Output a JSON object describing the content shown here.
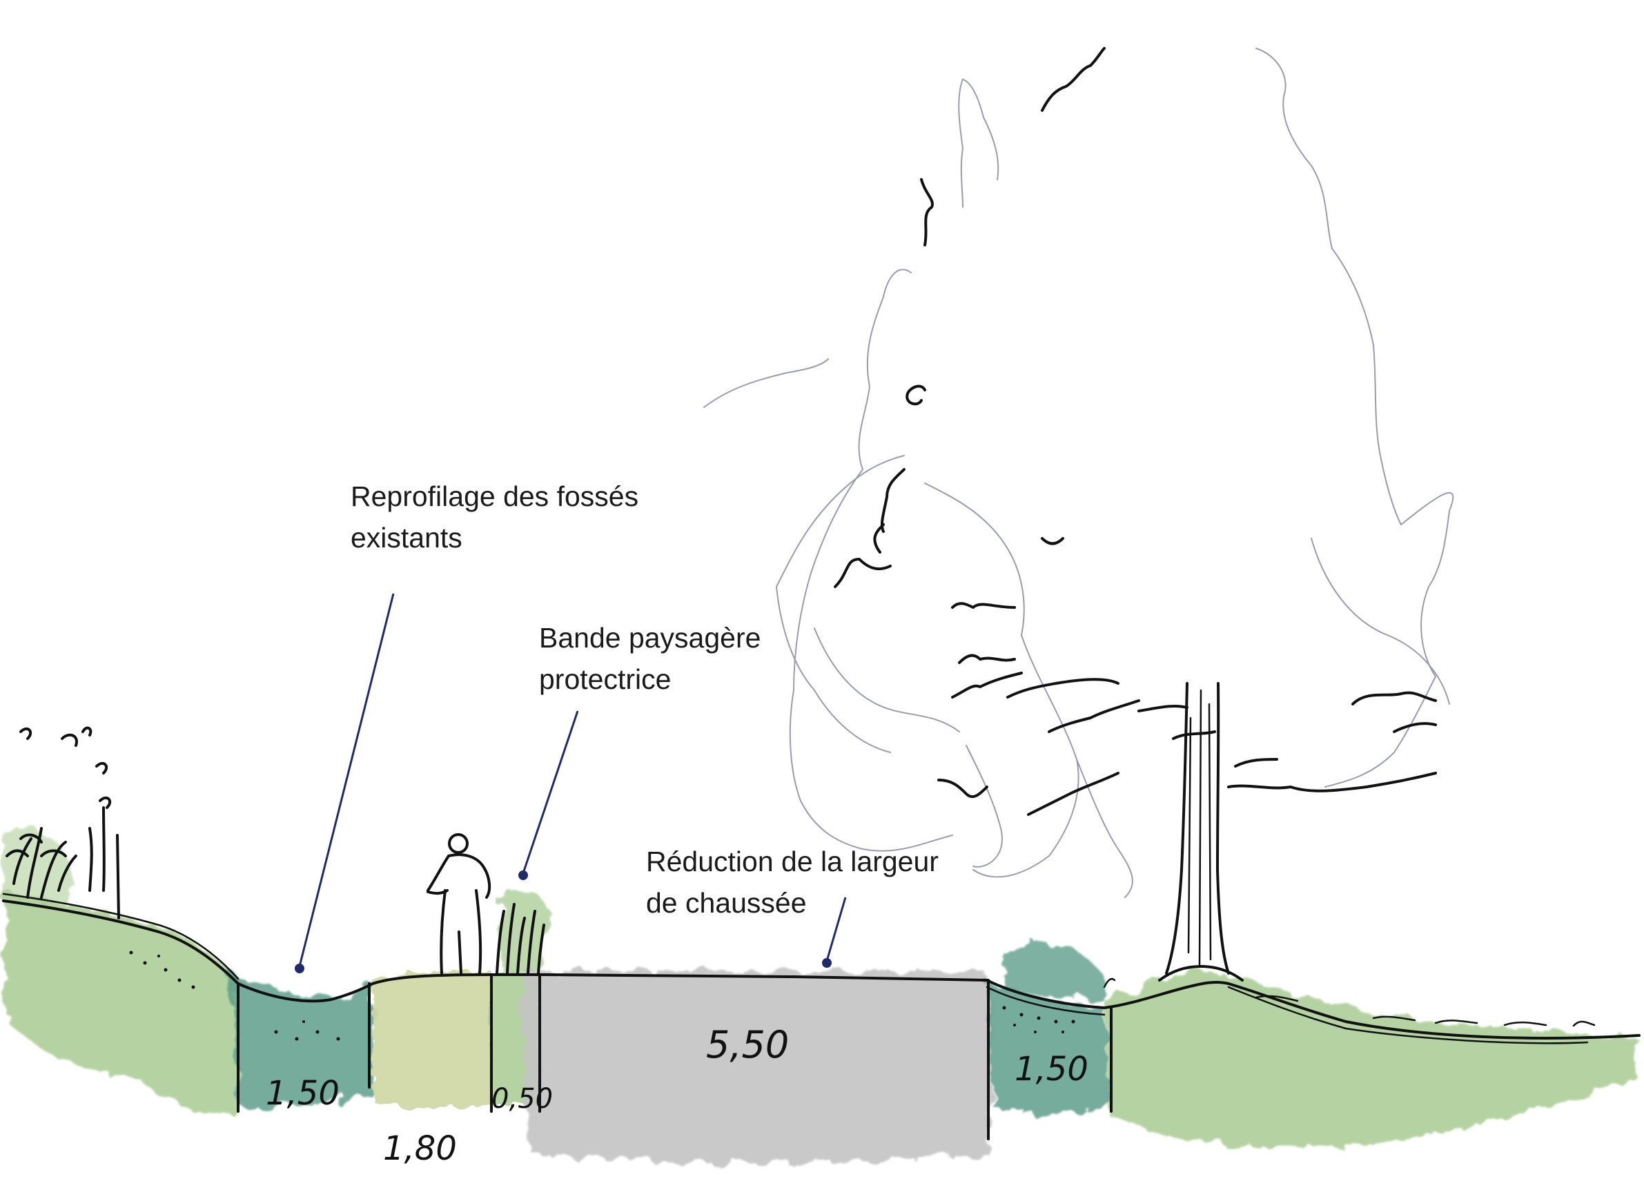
{
  "labels": {
    "fosses": {
      "line1": "Reprofilage des fossés",
      "line2": "existants"
    },
    "bande": {
      "line1": "Bande paysagère",
      "line2": "protectrice"
    },
    "reduction": {
      "line1": "Réduction de la largeur",
      "line2": "de chaussée"
    }
  },
  "dimensions": {
    "ditch_left": "1,50",
    "path": "1,80",
    "strip": "0,50",
    "road": "5,50",
    "ditch_right": "1,50"
  },
  "colors": {
    "grass": "#a9cc92",
    "ditch": "#5e9e8b",
    "path": "#cfd8a4",
    "road": "#c4c4c4",
    "leader": "#1f2a6b"
  }
}
